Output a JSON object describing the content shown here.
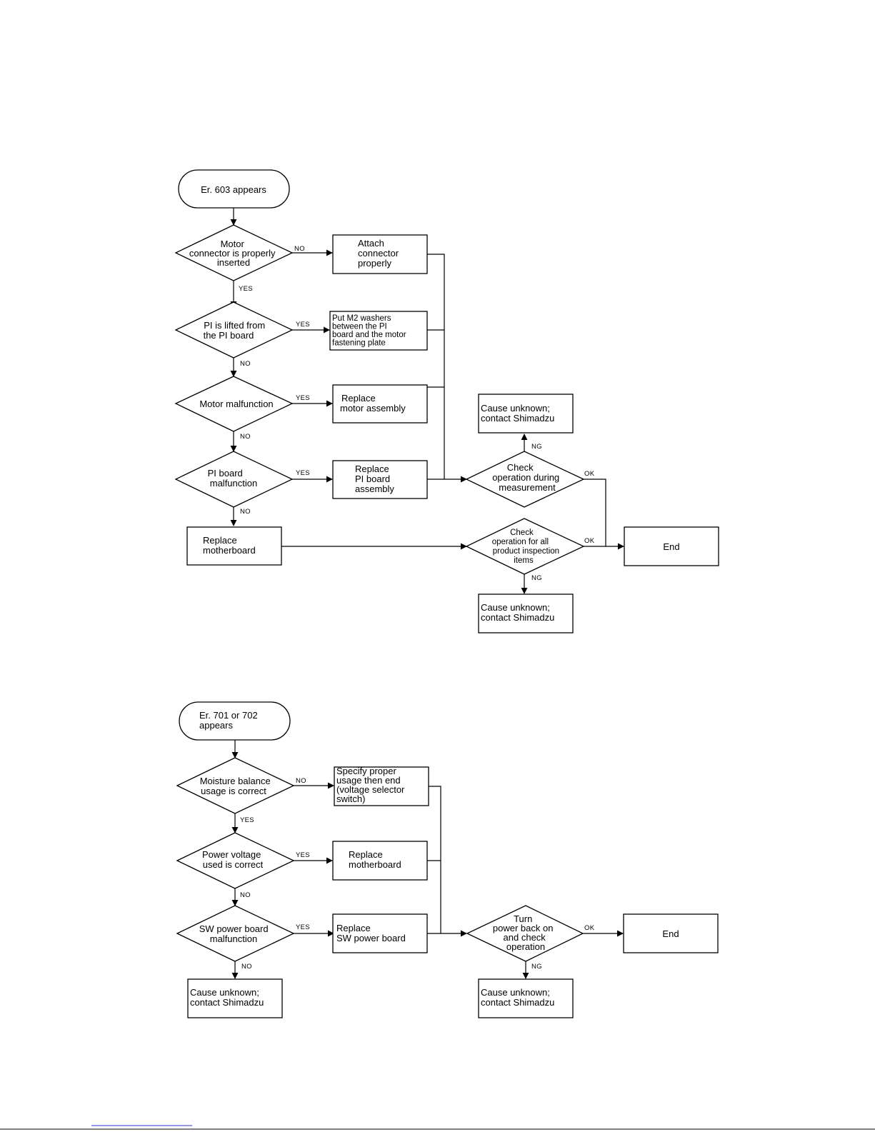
{
  "flowchart_603": {
    "start": "Er. 603 appears",
    "motor_connector_check": [
      "Motor",
      "connector is properly",
      "inserted"
    ],
    "attach_connector": [
      "Attach",
      "connector",
      "properly"
    ],
    "pi_lifted_check": [
      "PI is lifted from",
      "the PI board"
    ],
    "put_washers": [
      "Put M2 washers",
      "between the PI",
      "board and the motor",
      "fastening plate"
    ],
    "motor_malfunction_check": [
      "Motor malfunction"
    ],
    "replace_motor": [
      "Replace",
      "motor assembly"
    ],
    "pi_board_check": [
      "PI board",
      "malfunction"
    ],
    "replace_pi_board": [
      "Replace",
      "PI board",
      "assembly"
    ],
    "replace_motherboard": [
      "Replace",
      "motherboard"
    ],
    "check_measurement": [
      "Check",
      "operation during",
      "measurement"
    ],
    "cause_unknown_top": [
      "Cause unknown;",
      "contact Shimadzu"
    ],
    "check_inspection": [
      "Check",
      "operation for all",
      "product inspection",
      "items"
    ],
    "end": "End",
    "cause_unknown_bottom": [
      "Cause unknown;",
      "contact Shimadzu"
    ],
    "labels": {
      "no": "NO",
      "yes": "YES",
      "ng": "NG",
      "ok": "OK"
    }
  },
  "flowchart_701": {
    "start": [
      "Er. 701 or 702",
      "appears"
    ],
    "usage_check": [
      "Moisture balance",
      "usage is correct"
    ],
    "specify_usage": [
      "Specify proper",
      "usage then end",
      "(voltage selector",
      "switch)"
    ],
    "voltage_check": [
      "Power voltage",
      "used is correct"
    ],
    "replace_motherboard": [
      "Replace",
      "motherboard"
    ],
    "sw_board_check": [
      "SW power board",
      "malfunction"
    ],
    "replace_sw_board": [
      "Replace",
      "SW power board"
    ],
    "cause_unknown_left": [
      "Cause unknown;",
      "contact Shimadzu"
    ],
    "turn_power_check": [
      "Turn",
      "power back on",
      "and check",
      "operation"
    ],
    "end": "End",
    "cause_unknown_right": [
      "Cause unknown;",
      "contact Shimadzu"
    ],
    "labels": {
      "no": "NO",
      "yes": "YES",
      "ng": "NG",
      "ok": "OK"
    }
  }
}
